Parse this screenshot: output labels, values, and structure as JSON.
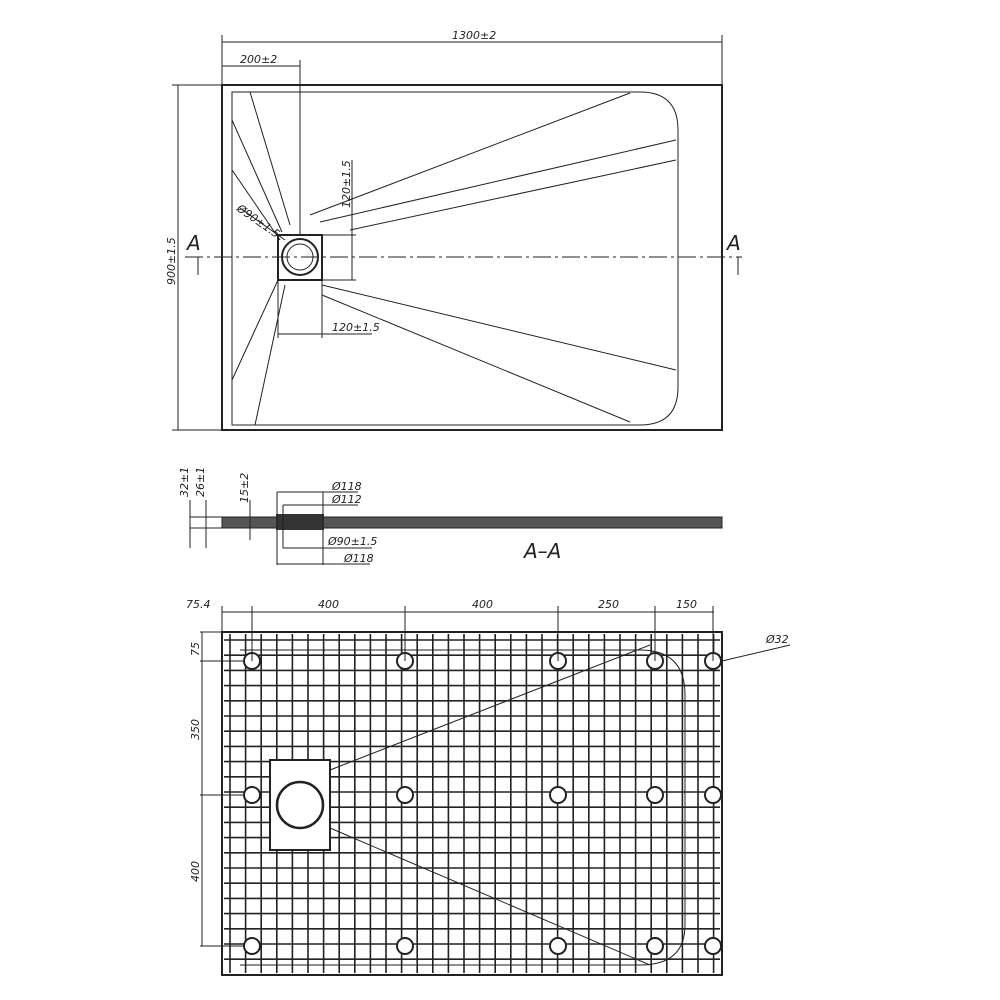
{
  "plan_view": {
    "length": "1300±2",
    "drain_offset": "200±2",
    "width": "900±1.5",
    "drain_diameter": "Ø90±1.5",
    "drain_box_height": "120±1.5",
    "drain_box_width": "120±1.5",
    "section_mark_left": "A",
    "section_mark_right": "A"
  },
  "section_view": {
    "title": "A–A",
    "total_height": "32±1",
    "rim_height": "26±1",
    "drain_depth": "15±2",
    "outer_diameter_top": "Ø118",
    "inner_diameter": "Ø112",
    "drain_diameter": "Ø90±1.5",
    "outer_diameter_bottom": "Ø118"
  },
  "bottom_view": {
    "horizontal_dims": [
      "75.4",
      "400",
      "400",
      "250",
      "150"
    ],
    "vertical_dims": [
      "75",
      "350",
      "400"
    ],
    "foot_diameter": "Ø32"
  }
}
